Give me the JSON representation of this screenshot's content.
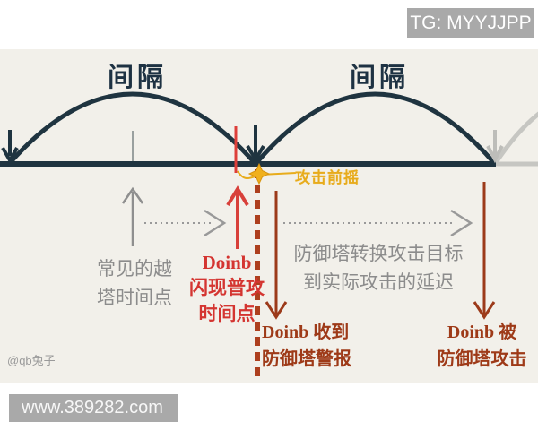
{
  "badges": {
    "telegram": "TG: MYYJJPP",
    "website": "www.389282.com"
  },
  "diagram": {
    "interval_left_label": "间隔",
    "interval_right_label": "间隔",
    "attack_windup_label": "攻击前摇",
    "common_dive_timing_label": "常见的越\n塔时间点",
    "doinb_flash_timing_label": "Doinb\n闪现普攻\n时间点",
    "tower_switch_delay_label": "防御塔转换攻击目标\n到实际攻击的延迟",
    "doinb_alert_label": "Doinb 收到\n防御塔警报",
    "doinb_attacked_label": "Doinb 被\n防御塔攻击",
    "watermark": "@qb兔子"
  },
  "colors": {
    "background_panel": "#f2f0ea",
    "timeline_navy": "#1f3440",
    "future_gray": "#c6c6c2",
    "note_gray": "#8c8c8c",
    "flash_red": "#d43531",
    "dashed_brick": "#ad3f1e",
    "dark_red_arrow": "#9c3a1a",
    "gold": "#e8ac1c",
    "badge_gray": "#a9a9a9"
  }
}
